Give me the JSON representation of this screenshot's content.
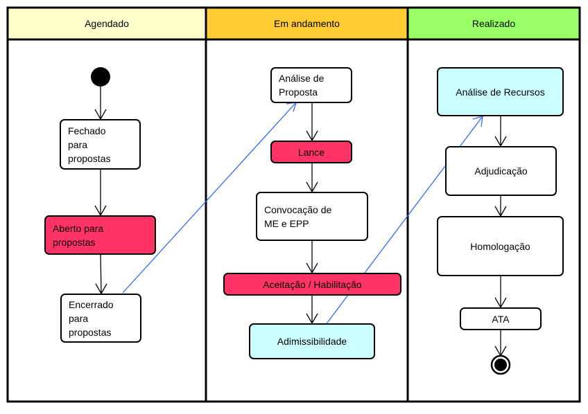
{
  "lanes": [
    {
      "title": "Agendado",
      "color": "#ffffcc"
    },
    {
      "title": "Em andamento",
      "color": "#ffcc33"
    },
    {
      "title": "Realizado",
      "color": "#99ff66"
    }
  ],
  "nodes": {
    "fechado": "Fechado\npara\npropostas",
    "aberto": "Aberto para\npropostas",
    "encerrado": "Encerrado\npara\npropostas",
    "analise_proposta": "Análise de\nProposta",
    "lance": "Lance",
    "convocacao": "Convocação de\nME e EPP",
    "aceitacao": "Aceitação / Habilitação",
    "adimissibilidade": "Adimissibilidade",
    "analise_recursos": "Análise de Recursos",
    "adjudicacao": "Adjudicação",
    "homologacao": "Homologação",
    "ata": "ATA"
  },
  "colors": {
    "highlight_red": "#ff3366",
    "highlight_cyan": "#ccffff",
    "cross_lane_arrow": "#3366ff"
  }
}
